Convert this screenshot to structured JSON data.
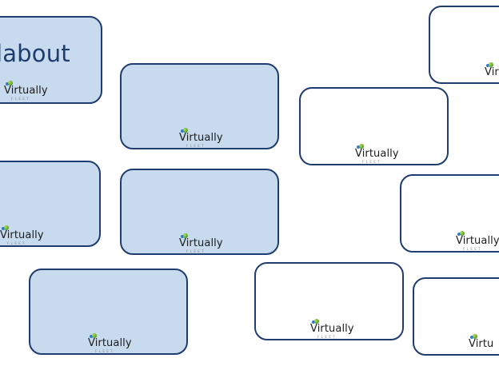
{
  "cards": [
    {
      "id": "card-1",
      "variant": "blue",
      "title": "ndabout",
      "logo_text": "Virtually",
      "logo_sub": "FLEET"
    },
    {
      "id": "card-2",
      "variant": "blue",
      "title": "",
      "logo_text": "Virtually",
      "logo_sub": "FLEET"
    },
    {
      "id": "card-3",
      "variant": "white",
      "title": "",
      "logo_text": "Virtually",
      "logo_sub": "FLEET"
    },
    {
      "id": "card-4",
      "variant": "white",
      "title": "",
      "logo_text": "Virt",
      "logo_sub": ""
    },
    {
      "id": "card-5",
      "variant": "blue",
      "title": "",
      "logo_text": "Virtually",
      "logo_sub": "FLEET"
    },
    {
      "id": "card-6",
      "variant": "blue",
      "title": "",
      "logo_text": "Virtually",
      "logo_sub": "FLEET"
    },
    {
      "id": "card-7",
      "variant": "white",
      "title": "",
      "logo_text": "Virtually",
      "logo_sub": "FLEET"
    },
    {
      "id": "card-8",
      "variant": "blue",
      "title": "",
      "logo_text": "Virtually",
      "logo_sub": "FLEET"
    },
    {
      "id": "card-9",
      "variant": "white",
      "title": "",
      "logo_text": "Virtually",
      "logo_sub": "FLEET"
    },
    {
      "id": "card-10",
      "variant": "white",
      "title": "",
      "logo_text": "Virtu",
      "logo_sub": ""
    }
  ],
  "colors": {
    "card_blue_fill": "#c7daee",
    "card_border": "#1f3c6e",
    "title_text": "#1f3c6e",
    "logo_green": "#5ea332"
  }
}
